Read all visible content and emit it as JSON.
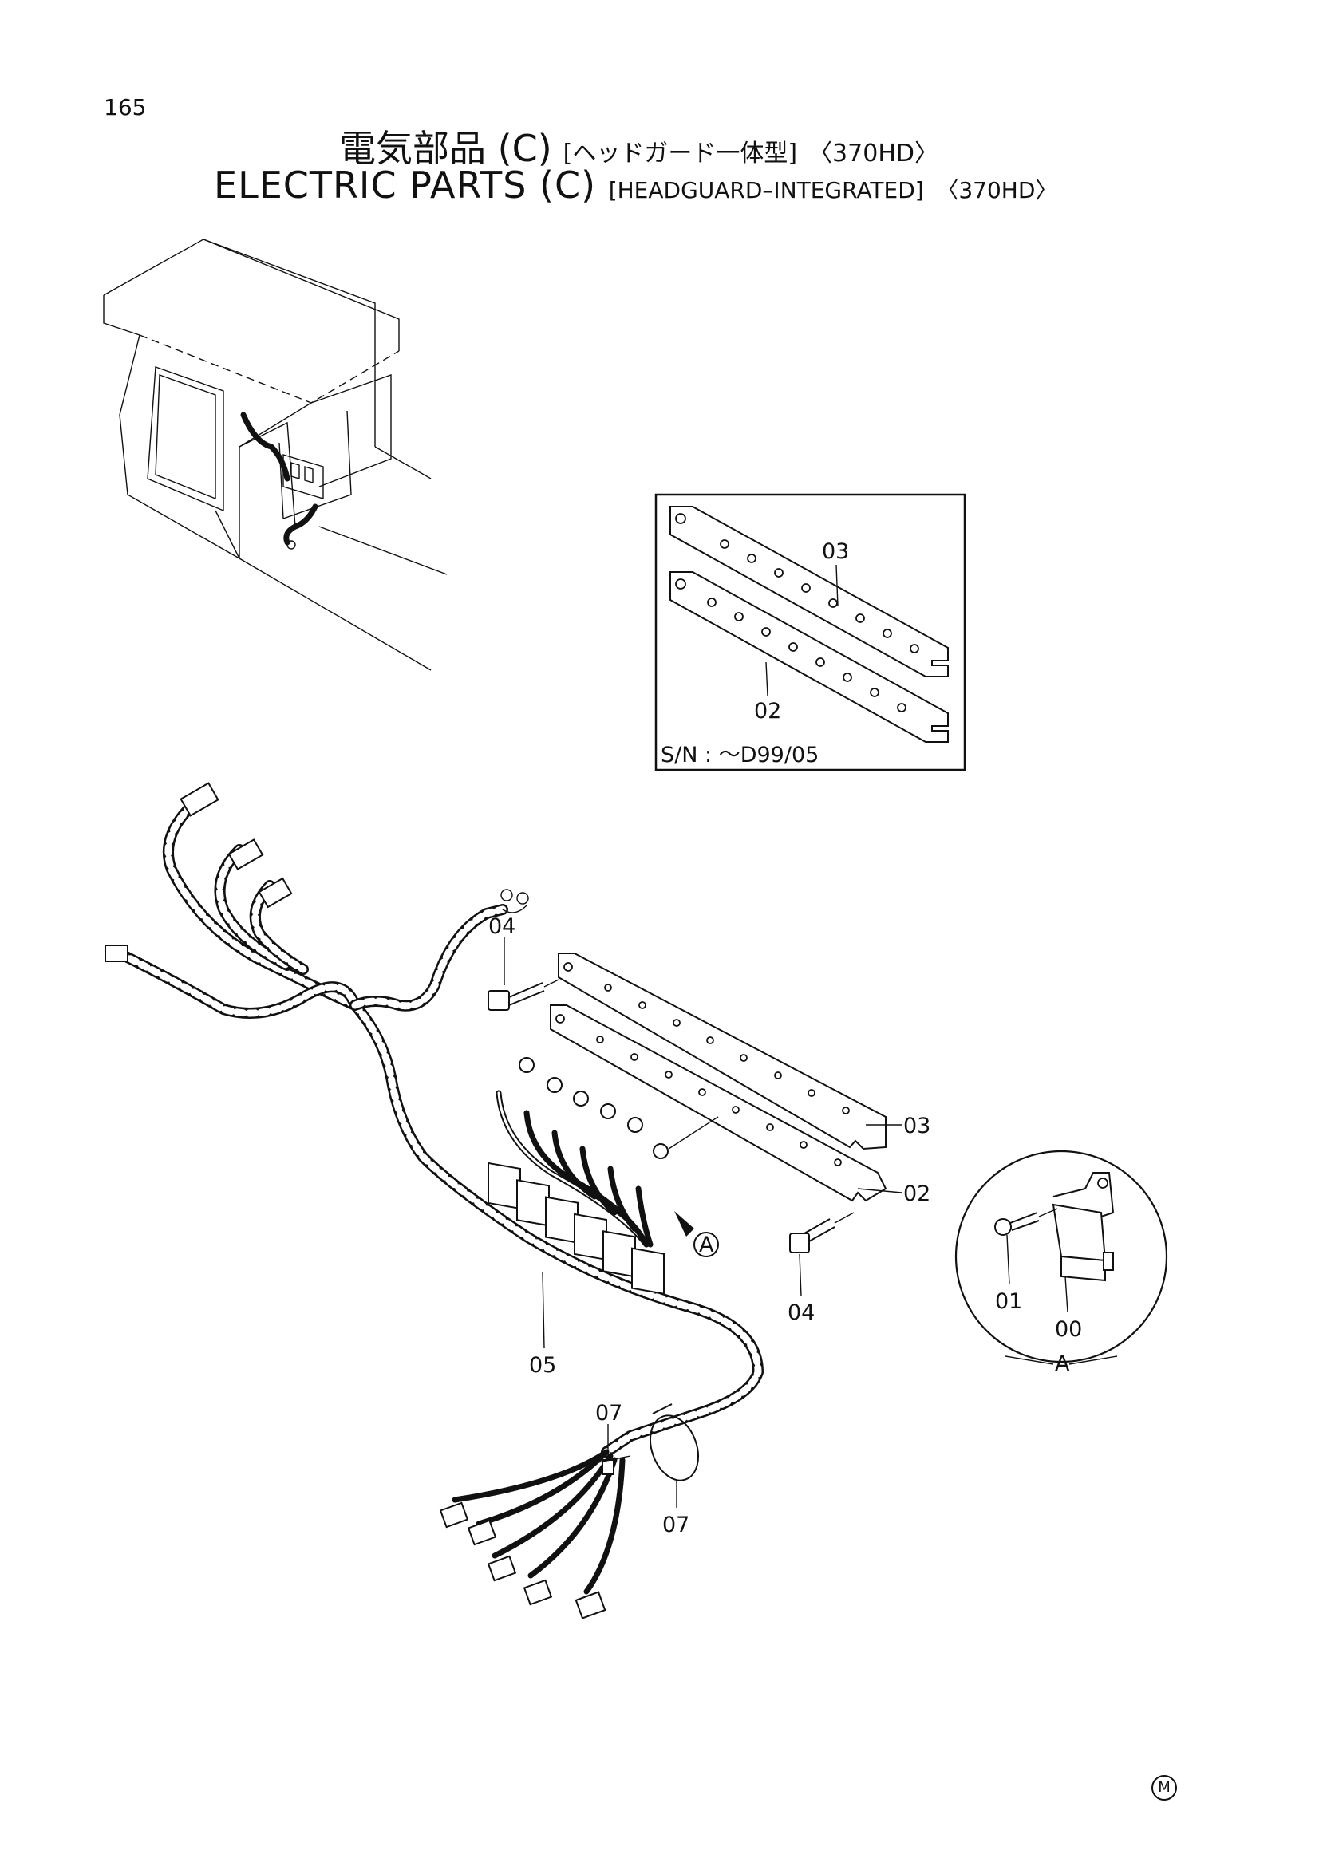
{
  "page": {
    "number": "165",
    "title_jp_main": "電気部品 (C)",
    "title_jp_variant": "[ヘッドガード一体型]",
    "title_jp_model": "〈370HD〉",
    "title_en_main": "ELECTRIC PARTS (C)",
    "title_en_variant": "[HEADGUARD–INTEGRATED]",
    "title_en_model": "〈370HD〉"
  },
  "inset": {
    "serial_note": "S/N :  ～D99/05",
    "labels": {
      "upper": "03",
      "lower": "02"
    }
  },
  "callouts": {
    "bolt_top": "04",
    "bar_upper": "03",
    "bar_lower": "02",
    "bolt_bottom": "04",
    "harness": "05",
    "band_top": "07",
    "band_bottom": "07",
    "relay_ref": "A"
  },
  "detail": {
    "screw": "01",
    "relay": "00",
    "caption": "A"
  },
  "footer": {
    "mark": "M"
  }
}
